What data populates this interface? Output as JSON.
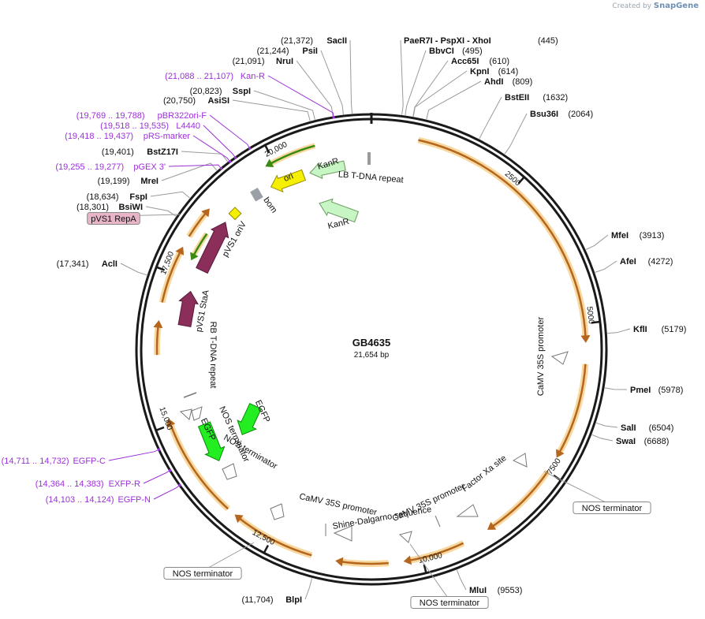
{
  "app": {
    "credit_prefix": "Created by",
    "credit_brand": "SnapGene"
  },
  "plasmid": {
    "name": "GB4635",
    "size_label": "21,654 bp",
    "length": 21654
  },
  "ticks": [
    {
      "pos": 2500,
      "label": "2500"
    },
    {
      "pos": 5000,
      "label": "5000"
    },
    {
      "pos": 7500,
      "label": "7500"
    },
    {
      "pos": 10000,
      "label": "10,000"
    },
    {
      "pos": 12500,
      "label": "12,500"
    },
    {
      "pos": 15000,
      "label": "15,000"
    },
    {
      "pos": 17500,
      "label": "17,500"
    },
    {
      "pos": 20000,
      "label": "20,000"
    }
  ],
  "enzymes_right": [
    {
      "pos": 445,
      "name": "PaeR7I  -  PspXI  -  XhoI",
      "coord": "(445)"
    },
    {
      "pos": 495,
      "name": "BbvCI",
      "coord": "(495)"
    },
    {
      "pos": 610,
      "name": "Acc65I",
      "coord": "(610)"
    },
    {
      "pos": 614,
      "name": "KpnI",
      "coord": "(614)"
    },
    {
      "pos": 809,
      "name": "AhdI",
      "coord": "(809)"
    },
    {
      "pos": 1632,
      "name": "BstEII",
      "coord": "(1632)"
    },
    {
      "pos": 2064,
      "name": "Bsu36I",
      "coord": "(2064)"
    },
    {
      "pos": 3913,
      "name": "MfeI",
      "coord": "(3913)"
    },
    {
      "pos": 4272,
      "name": "AfeI",
      "coord": "(4272)"
    },
    {
      "pos": 5179,
      "name": "KflI",
      "coord": "(5179)"
    },
    {
      "pos": 5978,
      "name": "PmeI",
      "coord": "(5978)"
    },
    {
      "pos": 6504,
      "name": "SalI",
      "coord": "(6504)"
    },
    {
      "pos": 6688,
      "name": "SwaI",
      "coord": "(6688)"
    },
    {
      "pos": 9553,
      "name": "MluI",
      "coord": "(9553)"
    }
  ],
  "enzymes_left": [
    {
      "pos": 21372,
      "name": "SacII",
      "coord": "(21,372)"
    },
    {
      "pos": 21244,
      "name": "PsiI",
      "coord": "(21,244)"
    },
    {
      "pos": 21091,
      "name": "NruI",
      "coord": "(21,091)"
    },
    {
      "pos": 20823,
      "name": "SspI",
      "coord": "(20,823)"
    },
    {
      "pos": 20750,
      "name": "AsiSI",
      "coord": "(20,750)"
    },
    {
      "pos": 19401,
      "name": "BstZ17I",
      "coord": "(19,401)"
    },
    {
      "pos": 19199,
      "name": "MreI",
      "coord": "(19,199)"
    },
    {
      "pos": 18634,
      "name": "FspI",
      "coord": "(18,634)"
    },
    {
      "pos": 18301,
      "name": "BsiWI",
      "coord": "(18,301)"
    },
    {
      "pos": 17341,
      "name": "AclI",
      "coord": "(17,341)"
    },
    {
      "pos": 11704,
      "name": "BlpI",
      "coord": "(11,704)"
    }
  ],
  "primers": [
    {
      "pos": 21098,
      "range": "(21,088 .. 21,107)",
      "name": "Kan-R"
    },
    {
      "pos": 19778,
      "range": "(19,769 .. 19,788)",
      "name": "pBR322ori-F"
    },
    {
      "pos": 19526,
      "range": "(19,518 .. 19,535)",
      "name": "L4440"
    },
    {
      "pos": 19428,
      "range": "(19,418 .. 19,437)",
      "name": "pRS-marker"
    },
    {
      "pos": 19266,
      "range": "(19,255 .. 19,277)",
      "name": "pGEX 3'"
    },
    {
      "pos": 14722,
      "range": "(14,711 .. 14,732)",
      "name": "EGFP-C"
    },
    {
      "pos": 14374,
      "range": "(14,364 .. 14,383)",
      "name": "EXFP-R"
    },
    {
      "pos": 14114,
      "range": "(14,103 .. 14,124)",
      "name": "EGFP-N"
    }
  ],
  "boxed_labels": [
    {
      "text": "NOS terminator",
      "pos": 7200
    },
    {
      "text": "NOS terminator",
      "pos": 10700
    },
    {
      "text": "NOS terminator",
      "pos": 12200
    },
    {
      "text": "pVS1 RepA",
      "pos": 18200,
      "fill": "#e8b4c8"
    }
  ],
  "inner_features": [
    {
      "name": "KanR"
    },
    {
      "name": "ori"
    },
    {
      "name": "LB T-DNA repeat"
    },
    {
      "name": "KanR"
    },
    {
      "name": "bom"
    },
    {
      "name": "pVS1 oriV"
    },
    {
      "name": "pVS1 StaA"
    },
    {
      "name": "RB T-DNA repeat"
    },
    {
      "name": "EGFP"
    },
    {
      "name": "NOS terminator"
    },
    {
      "name": "EGFP"
    },
    {
      "name": "NOS terminator"
    },
    {
      "name": "CaMV 35S promoter"
    },
    {
      "name": "Shine-Dalgarno sequence"
    },
    {
      "name": "CaMV 35S promoter"
    },
    {
      "name": "Factor Xa site"
    },
    {
      "name": "CaMV 35S promoter"
    },
    {
      "name": "NOS terminator"
    }
  ],
  "colors": {
    "backbone": "#1a1a1a",
    "orange_arrow": "#b5651d",
    "orange_glow": "#f7d9a0",
    "kan_green": "#c8f5c4",
    "ori_yellow": "#f5f000",
    "bom_gray": "#9aa0a6",
    "pvs1_maroon": "#8b2e5a",
    "egfp_green": "#22ee22",
    "primer_purple": "#9b30d9",
    "leader_gray": "#9a9a9a"
  }
}
